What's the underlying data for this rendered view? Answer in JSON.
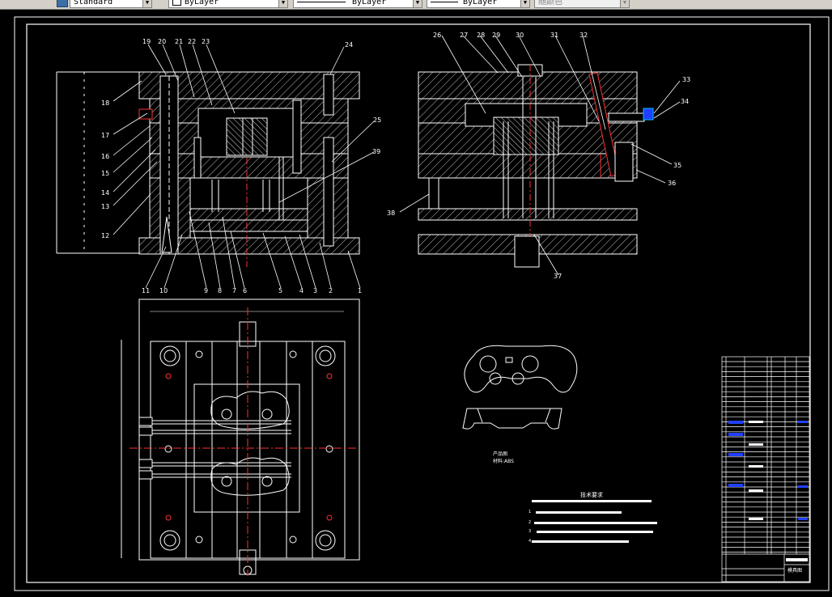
{
  "toolbar": {
    "text_style": "Standard",
    "layer_dropdown": "ByLayer",
    "linetype_dropdown": "ByLayer",
    "lineweight_dropdown": "ByLayer",
    "plot_style_dropdown": "随颜色"
  },
  "drawing": {
    "part_numbers": {
      "n1": "1",
      "n2": "2",
      "n3": "3",
      "n4": "4",
      "n5": "5",
      "n6": "6",
      "n7": "7",
      "n8": "8",
      "n9": "9",
      "n10": "10",
      "n11": "11",
      "n12": "12",
      "n13": "13",
      "n14": "14",
      "n15": "15",
      "n16": "16",
      "n17": "17",
      "n18": "18",
      "n19": "19",
      "n20": "20",
      "n21": "21",
      "n22": "22",
      "n23": "23",
      "n24": "24",
      "n25": "25",
      "n26": "26",
      "n27": "27",
      "n28": "28",
      "n29": "29",
      "n30": "30",
      "n31": "31",
      "n32": "32",
      "n33": "33",
      "n34": "34",
      "n35": "35",
      "n36": "36",
      "n37": "37",
      "n38": "38",
      "n39": "39"
    },
    "product_label": "产品图",
    "material_label": "材料:ABS",
    "tech_requirements_title": "技术要求",
    "tech_requirement_numbers": [
      "1",
      "2",
      "3",
      "4"
    ],
    "title_block_name": "模具图"
  },
  "colors": {
    "background": "#000000",
    "outline": "#ffffff",
    "centerline": "#ff3030",
    "hatch": "#bfbfbf",
    "accent_blue": "#2040ff",
    "accent_cyan": "#00c0ff"
  }
}
